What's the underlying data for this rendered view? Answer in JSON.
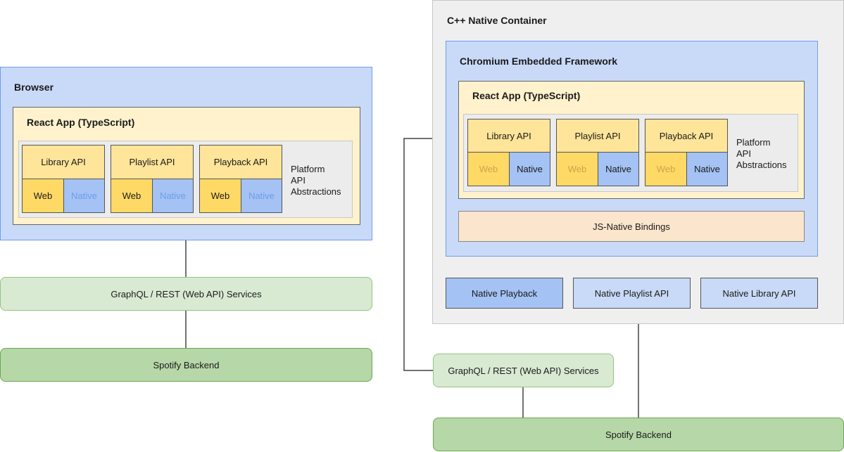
{
  "left": {
    "container_title": "Browser",
    "app_title": "React App (TypeScript)",
    "apis": [
      {
        "label": "Library API",
        "web": "Web",
        "native": "Native"
      },
      {
        "label": "Playlist API",
        "web": "Web",
        "native": "Native"
      },
      {
        "label": "Playback API",
        "web": "Web",
        "native": "Native"
      }
    ],
    "platform_label": [
      "Platform",
      "API",
      "Abstractions"
    ],
    "services": "GraphQL / REST (Web API) Services",
    "backend": "Spotify Backend"
  },
  "right": {
    "container_title": "C++ Native Container",
    "cef_title": "Chromium Embedded Framework",
    "app_title": "React App (TypeScript)",
    "apis": [
      {
        "label": "Library API",
        "web": "Web",
        "native": "Native"
      },
      {
        "label": "Playlist API",
        "web": "Web",
        "native": "Native"
      },
      {
        "label": "Playback API",
        "web": "Web",
        "native": "Native"
      }
    ],
    "platform_label": [
      "Platform",
      "API",
      "Abstractions"
    ],
    "bindings": "JS-Native Bindings",
    "native_apis": [
      "Native Playback",
      "Native Playlist API",
      "Native Library API"
    ],
    "services": "GraphQL / REST (Web API) Services",
    "backend": "Spotify Backend"
  },
  "colors": {
    "blue_fill": "#c9daf8",
    "blue_border": "#6d9eeb",
    "yellow_fill": "#fff2cc",
    "api_fill": "#ffe599",
    "web_fill": "#ffd966",
    "native_fill": "#a4c2f4",
    "services_fill": "#d9ead3",
    "backend_fill": "#b6d7a8",
    "bindings_fill": "#fce5cd"
  }
}
